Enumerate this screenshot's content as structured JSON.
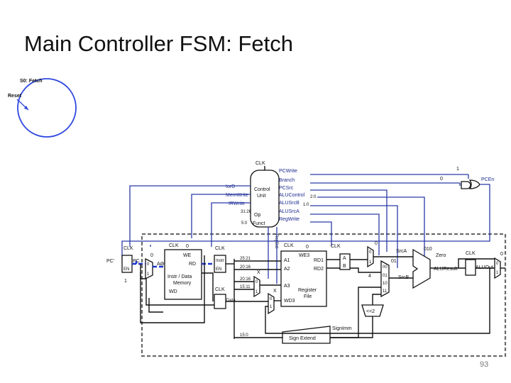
{
  "slide": {
    "title": "Main Controller FSM: Fetch",
    "page_number": "93"
  },
  "fsm": {
    "state_label": "S0: Fetch",
    "reset_label": "Reset"
  },
  "datapath": {
    "control_outputs": [
      "PCWrite",
      "Branch",
      "PCSrc",
      "ALUControl",
      "ALUSrcB",
      "ALUSrcA",
      "RegWrite"
    ],
    "control_inputs": [
      "IorD",
      "MemWrite",
      "IRWrite"
    ],
    "control_unit": [
      "Control",
      "Unit"
    ],
    "op_label": "Op",
    "funct_label": "Funct",
    "op_bits": "31:26",
    "funct_bits": "5:0",
    "regdst": "RegDst",
    "pcen": "PCEn",
    "clk": "CLK",
    "pc_label": "PC",
    "pc_prime": "PC'",
    "en": "EN",
    "adr": "Adr",
    "we": "WE",
    "rd": "RD",
    "mem_label": [
      "Instr / Data",
      "Memory"
    ],
    "wd": "WD",
    "instr": "Instr",
    "data": "Data",
    "bits": [
      "25:21",
      "20:16",
      "20:16",
      "15:11",
      "15:0"
    ],
    "we3": "WE3",
    "a1": "A1",
    "a2": "A2",
    "a3": "A3",
    "wd3": "WD3",
    "rd1": "RD1",
    "rd2": "RD2",
    "regfile": [
      "Register",
      "File"
    ],
    "reg_a": "A",
    "reg_b": "B",
    "srca": "SrcA",
    "srcb": "SrcB",
    "alu_result": "ALUResult",
    "alu_out": "ALUOut",
    "zero": "Zero",
    "sign_extend": "Sign Extend",
    "signimm": "SignImm",
    "shift": "<<2",
    "four": "4",
    "values": {
      "pcwrite_val": "1",
      "branch_val": "0",
      "pcsrc_val": "0",
      "alucontrol_val": "010",
      "iord_val": "0",
      "memwrite_val": "0",
      "irwrite_val": "1",
      "regwrite_val": "0",
      "alusrca_val": "0",
      "alusrcb_val": "01",
      "x1": "X",
      "x2": "X"
    },
    "mux_labels": [
      "0",
      "1",
      "00",
      "01",
      "10",
      "11"
    ],
    "subscripts": [
      "2:0",
      "1:0"
    ]
  },
  "colors": {
    "highlight": "#1f35c9",
    "control": "#2b3aa8"
  }
}
